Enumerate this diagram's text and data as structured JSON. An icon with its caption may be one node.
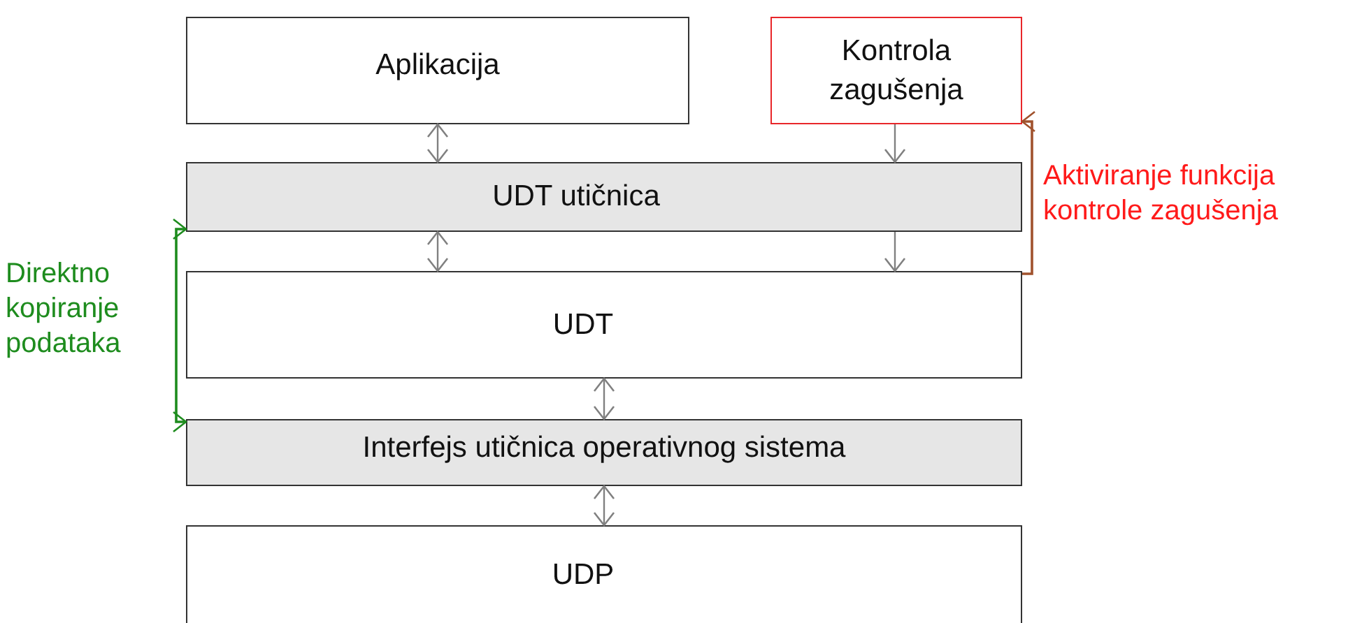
{
  "diagram": {
    "nodes": [
      {
        "text": [
          "Aplikacija"
        ]
      },
      {
        "text": [
          "Kontrola zagušenja"
        ]
      },
      {
        "text": [
          "UDT utičnica"
        ]
      },
      {
        "text": [
          "UDT"
        ]
      },
      {
        "text": [
          "Interfejs utičnica operativnog sistema"
        ]
      },
      {
        "text": [
          "UDP"
        ]
      }
    ],
    "edges": [
      {
        "from": 0,
        "to": 2,
        "arrow": "both"
      },
      {
        "from": 1,
        "to": 2,
        "arrow": "to"
      },
      {
        "from": 2,
        "to": 3,
        "arrow": "both"
      },
      {
        "from": 2,
        "to": 3,
        "arrow": "to"
      },
      {
        "from": 3,
        "to": 4,
        "arrow": "both"
      },
      {
        "from": 4,
        "to": 5,
        "arrow": "both"
      },
      {
        "from": 2,
        "to": 4,
        "arrow": "both",
        "label": "Direktno kopiranje podataka",
        "color": "#1e8c1e"
      },
      {
        "from": 3,
        "to": 1,
        "arrow": "to",
        "label": "Aktiviranje funkcija kontrole zagušenja",
        "color": "#a0522d"
      }
    ]
  }
}
